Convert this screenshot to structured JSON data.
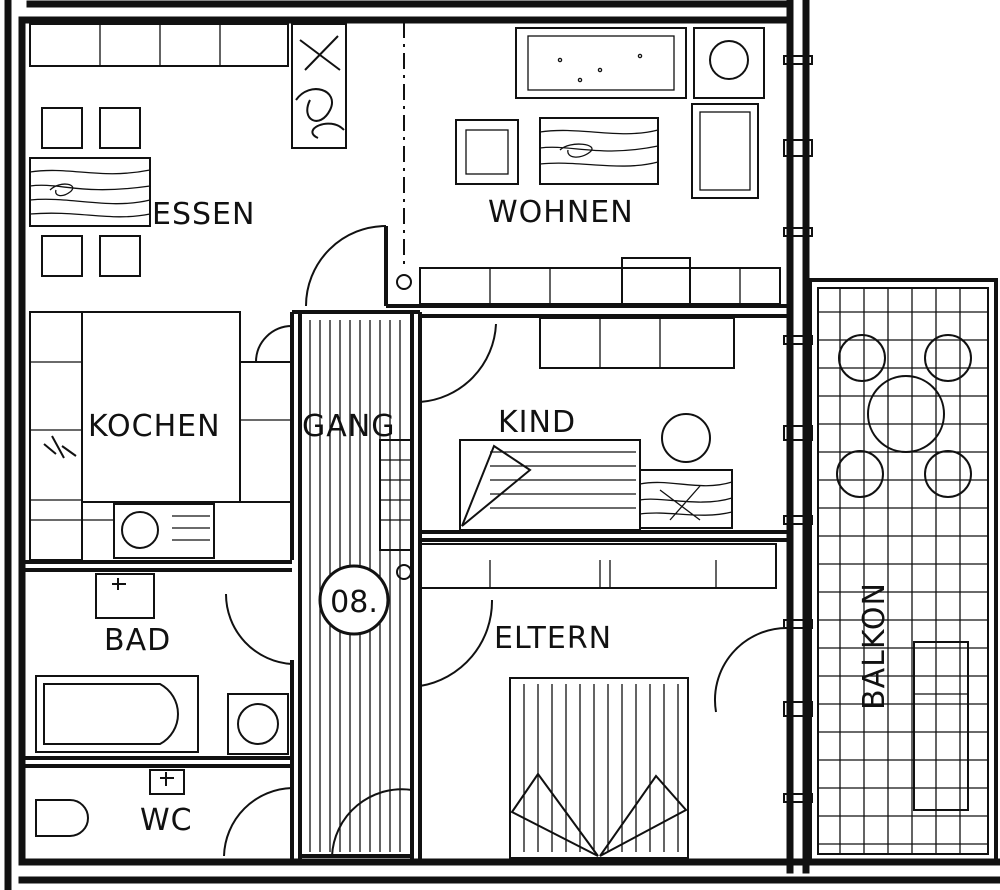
{
  "rooms": {
    "essen": "ESSEN",
    "wohnen": "WOHNEN",
    "kochen": "KOCHEN",
    "gang": "GANG",
    "kind": "KIND",
    "bad": "BAD",
    "eltern": "ELTERN",
    "wc": "WC",
    "balkon": "BALKON"
  },
  "unit_number": "08."
}
